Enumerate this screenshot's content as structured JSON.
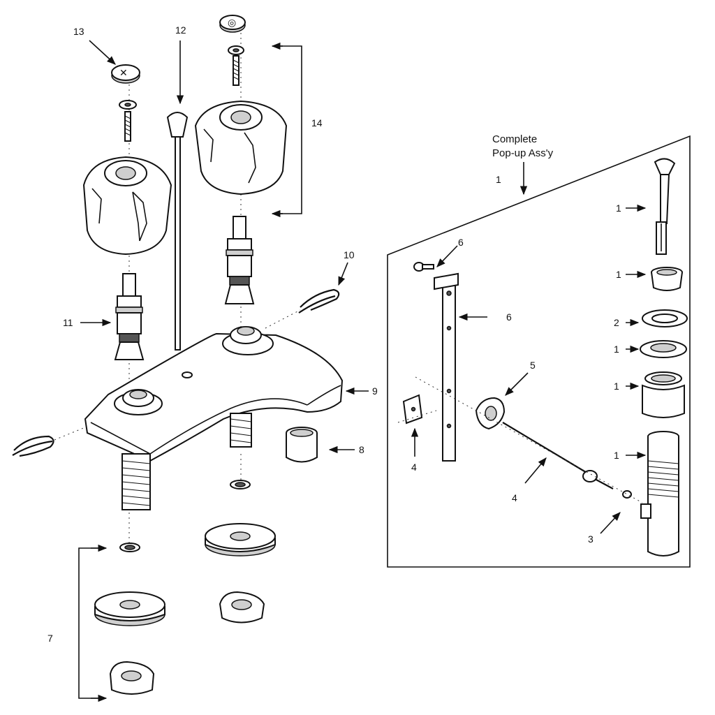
{
  "diagram": {
    "assembly_title_line1": "Complete",
    "assembly_title_line2": "Pop-up Ass'y",
    "callouts": {
      "c13": "13",
      "c12": "12",
      "c14": "14",
      "c10": "10",
      "c11": "11",
      "c9": "9",
      "c8": "8",
      "c7": "7",
      "c1_top": "1",
      "c6_top": "6",
      "c6_mid": "6",
      "c5": "5",
      "c4_left": "4",
      "c4_mid": "4",
      "c3": "3",
      "c1_a": "1",
      "c1_b": "1",
      "c2": "2",
      "c1_c": "1",
      "c1_d": "1",
      "c1_e": "1"
    }
  }
}
